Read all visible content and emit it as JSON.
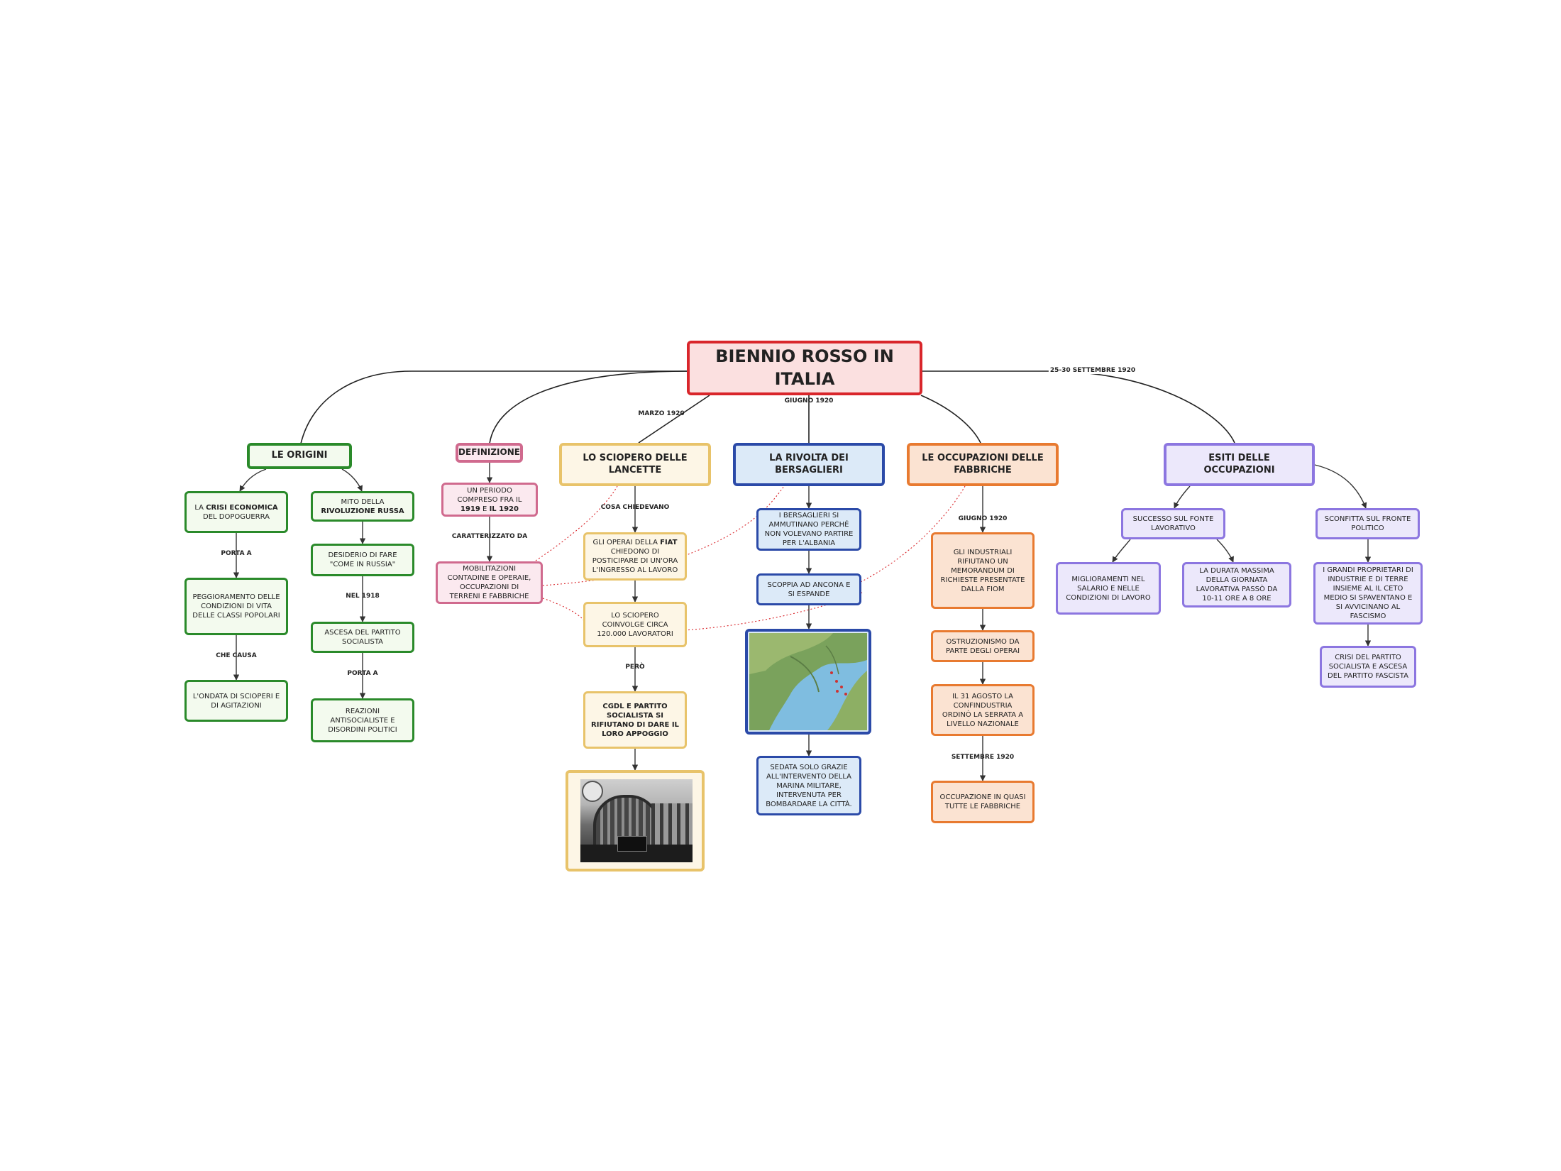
{
  "title": "BIENNIO ROSSO IN ITALIA",
  "colors": {
    "green": "#2a8a2a",
    "pink": "#d06a8e",
    "yellow": "#e8c36a",
    "blue": "#2b4aa8",
    "orange": "#e87a30",
    "purple": "#8c76e0",
    "red": "#d9262b"
  },
  "edge_labels": {
    "marzo": "MARZO 1920",
    "giugno_top": "GIUGNO 1920",
    "settembre_top": "25-30 SETTEMBRE 1920"
  },
  "origini": {
    "head": "LE ORIGINI",
    "crisi_pre": "LA ",
    "crisi_bold": "CRISI ECONOMICA",
    "crisi_post": " DEL DOPOGUERRA",
    "porta_a": "PORTA A",
    "peggioramento": "PEGGIORAMENTO DELLE CONDIZIONI DI VITA DELLE CLASSI POPOLARI",
    "che_causa": "CHE CAUSA",
    "ondata": "L'ONDATA DI SCIOPERI E DI AGITAZIONI",
    "mito_pre": "MITO DELLA ",
    "mito_bold": "RIVOLUZIONE RUSSA",
    "desiderio": "DESIDERIO DI FARE \"COME IN RUSSIA\"",
    "nel_1918": "NEL 1918",
    "ascesa": "ASCESA DEL PARTITO SOCIALISTA",
    "porta_a_2": "PORTA A",
    "reazioni": "REAZIONI ANTISOCIALISTE E DISORDINI POLITICI"
  },
  "definizione": {
    "head": "DEFINIZIONE",
    "periodo_pre": "UN PERIODO COMPRESO FRA IL ",
    "periodo_b1": "1919",
    "periodo_mid": " E ",
    "periodo_b2": "IL 1920",
    "caratterizzato": "CARATTERIZZATO DA",
    "mobilitazioni": "MOBILITAZIONI CONTADINE E OPERAIE, OCCUPAZIONI DI TERRENI E FABBRICHE"
  },
  "sciopero": {
    "head": "LO SCIOPERO DELLE LANCETTE",
    "cosa": "COSA CHIEDEVANO",
    "operai_pre": "GLI OPERAI DELLA ",
    "operai_bold": "FIAT",
    "operai_post": " CHIEDONO DI POSTICIPARE DI UN'ORA L'INGRESSO AL LAVORO",
    "coinvolge": "LO SCIOPERO COINVOLGE CIRCA 120.000 LAVORATORI",
    "pero": "PERÒ",
    "cgdl": "CGDL E PARTITO SOCIALISTA SI RIFIUTANO DI DARE IL LORO APPOGGIO"
  },
  "rivolta": {
    "head": "LA RIVOLTA DEI BERSAGLIERI",
    "ammutinano": "I BERSAGLIERI SI AMMUTINANO PERCHÉ NON VOLEVANO PARTIRE PER L'ALBANIA",
    "scoppia": "SCOPPIA AD ANCONA E SI ESPANDE",
    "sedata": "SEDATA SOLO GRAZIE ALL'INTERVENTO DELLA MARINA MILITARE, INTERVENUTA PER BOMBARDARE LA CITTÀ."
  },
  "occupazioni": {
    "head": "LE OCCUPAZIONI DELLE FABBRICHE",
    "giugno": "GIUGNO 1920",
    "industriali": "GLI INDUSTRIALI RIFIUTANO UN MEMORANDUM DI RICHIESTE PRESENTATE DALLA FIOM",
    "ostruzionismo": "OSTRUZIONISMO DA PARTE DEGLI OPERAI",
    "agosto": "IL 31 AGOSTO LA CONFINDUSTRIA ORDINÒ LA SERRATA A LIVELLO NAZIONALE",
    "settembre": "SETTEMBRE 1920",
    "occupazione": "OCCUPAZIONE IN QUASI TUTTE LE FABBRICHE"
  },
  "esiti": {
    "head": "ESITI DELLE OCCUPAZIONI",
    "successo": "SUCCESSO SUL FONTE LAVORATIVO",
    "miglioramenti": "MIGLIORAMENTI NEL SALARIO E NELLE CONDIZIONI DI LAVORO",
    "durata": "LA DURATA MASSIMA DELLA GIORNATA LAVORATIVA PASSÒ DA 10-11 ORE A 8 ORE",
    "sconfitta": "SCONFITTA SUL FRONTE POLITICO",
    "proprietari": "I GRANDI PROPRIETARI DI INDUSTRIE E DI TERRE INSIEME AL IL CETO MEDIO SI SPAVENTANO E SI AVVICINANO AL FASCISMO",
    "crisi": "CRISI DEL PARTITO SOCIALISTA E ASCESA DEL PARTITO FASCISTA"
  }
}
